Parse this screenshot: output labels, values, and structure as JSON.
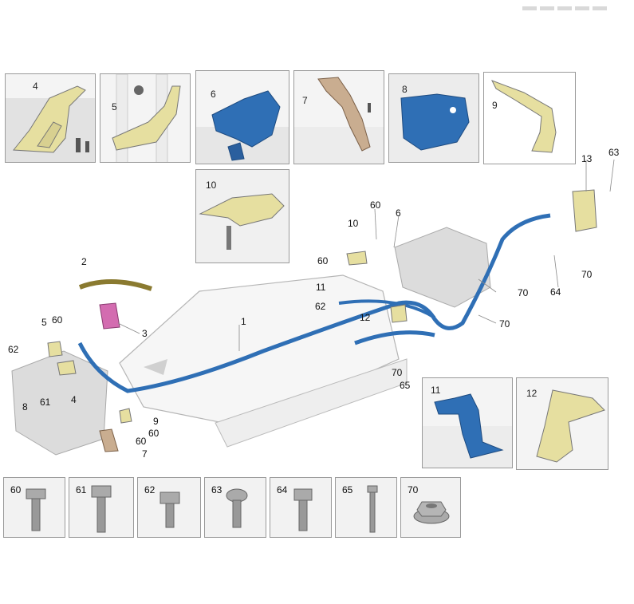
{
  "colors": {
    "blue_part": "#2f6fb5",
    "yellow_part": "#e6dfa0",
    "tan_part": "#c9ad90",
    "pink_part": "#d36cb0",
    "line_gray": "#8a8a8a",
    "background": "#ffffff"
  },
  "top_insets": [
    {
      "id": "4",
      "label": "4"
    },
    {
      "id": "5",
      "label": "5"
    },
    {
      "id": "6",
      "label": "6"
    },
    {
      "id": "7",
      "label": "7"
    },
    {
      "id": "8",
      "label": "8"
    },
    {
      "id": "9",
      "label": "9"
    },
    {
      "id": "10",
      "label": "10"
    }
  ],
  "right_insets": [
    {
      "id": "11",
      "label": "11"
    },
    {
      "id": "12",
      "label": "12"
    }
  ],
  "callouts": {
    "c2": "2",
    "c3": "3",
    "c1": "1",
    "c5": "5",
    "c60a": "60",
    "c62a": "62",
    "c8": "8",
    "c61": "61",
    "c4": "4",
    "c9": "9",
    "c60b": "60",
    "c60c": "60",
    "c7": "7",
    "c10": "10",
    "c60d": "60",
    "c6": "6",
    "c60e": "60",
    "c11": "11",
    "c62b": "62",
    "c12": "12",
    "c70a": "70",
    "c70b": "70",
    "c70c": "70",
    "c65": "65",
    "c13": "13",
    "c63": "63",
    "c70d": "70",
    "c64": "64"
  },
  "bolts": [
    {
      "id": "60",
      "label": "60"
    },
    {
      "id": "61",
      "label": "61"
    },
    {
      "id": "62",
      "label": "62"
    },
    {
      "id": "63",
      "label": "63"
    },
    {
      "id": "64",
      "label": "64"
    },
    {
      "id": "65",
      "label": "65"
    },
    {
      "id": "70",
      "label": "70"
    }
  ]
}
